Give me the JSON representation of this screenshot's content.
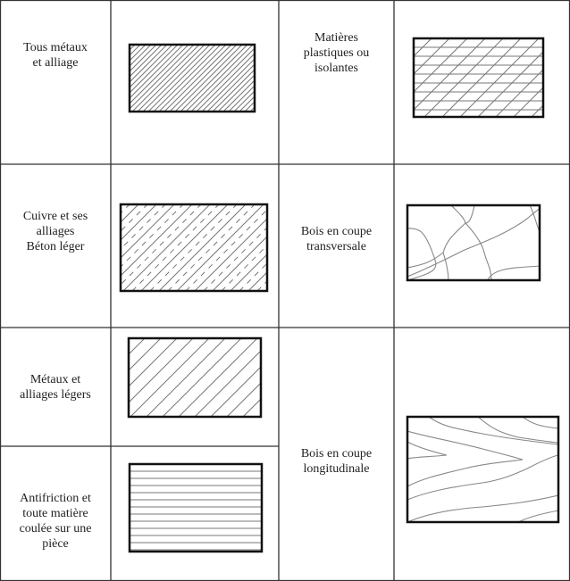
{
  "cells": {
    "metals": "Tous métaux\net alliage",
    "plastics": "Matières\nplastiques ou\nisolantes",
    "copper": "Cuivre et ses\nalliages\nBéton léger",
    "wood_cross": "Bois en coupe\ntransversale",
    "light_metals": "Métaux et\nalliages légers",
    "wood_long": "Bois en coupe\nlongitudinale",
    "antifriction": "Antifriction et\ntoute matière\ncoulée sur une\npièce"
  },
  "colors": {
    "grid": "#333333",
    "hatch": "#777777",
    "frame": "#111111"
  }
}
